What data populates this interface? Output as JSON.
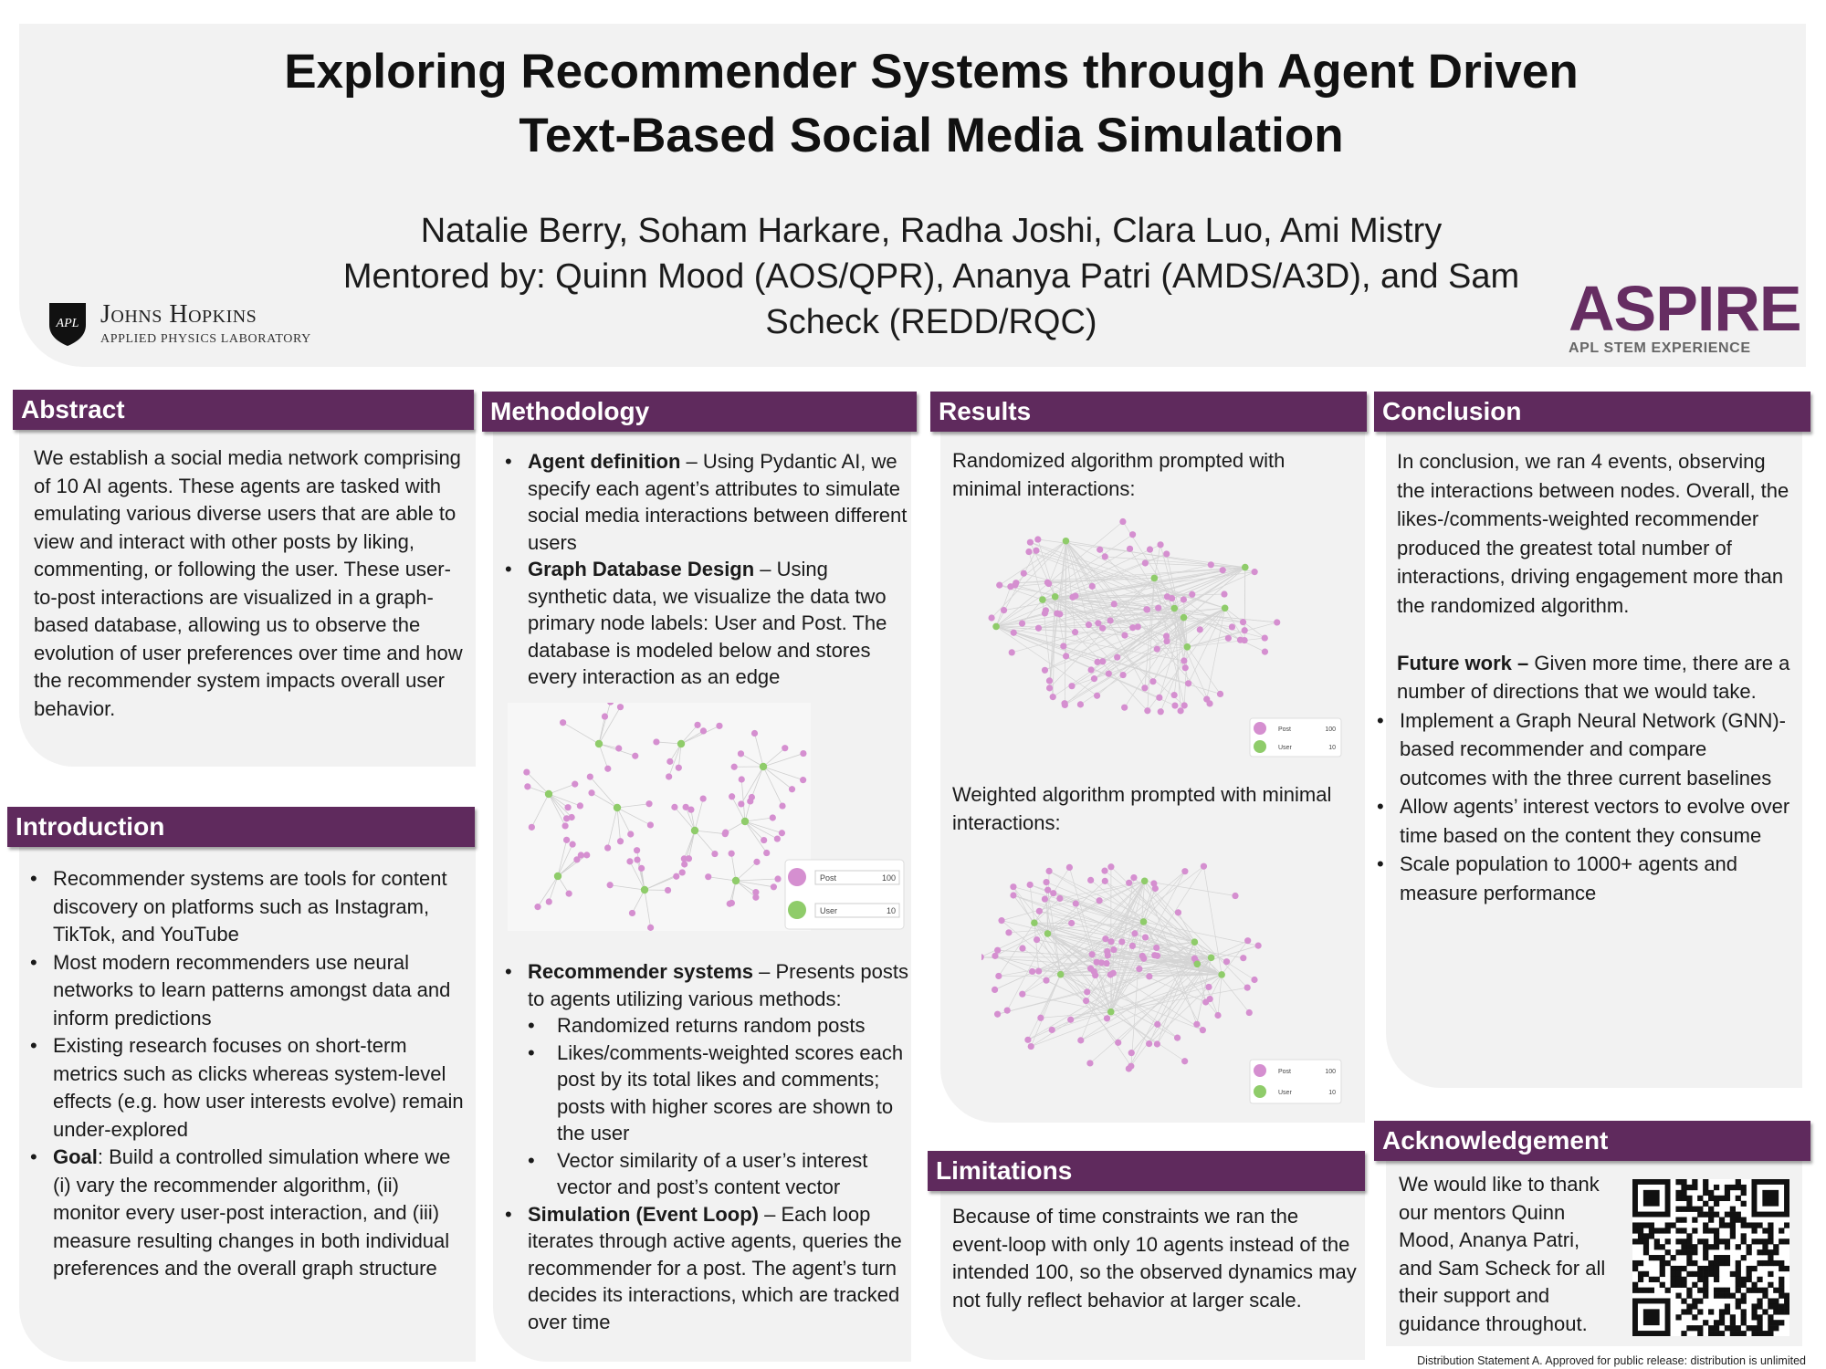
{
  "title": {
    "line1": "Exploring Recommender Systems through Agent Driven",
    "line2": "Text-Based Social Media Simulation"
  },
  "authors": {
    "line1": "Natalie Berry, Soham Harkare, Radha Joshi, Clara Luo, Ami Mistry",
    "line2": "Mentored by: Quinn Mood (AOS/QPR), Ananya Patri (AMDS/A3D), and Sam",
    "line3": "Scheck (REDD/RQC)"
  },
  "logos": {
    "apl_shield_text": "APL",
    "apl_name": "Johns Hopkins",
    "apl_sub": "APPLIED PHYSICS LABORATORY",
    "aspire_word": "ASPIRE",
    "aspire_sub": "APL STEM EXPERIENCE"
  },
  "colors": {
    "section_header": "#5f2a5d",
    "panel_bg": "#f2f2f2",
    "post_node": "#d58fd0",
    "user_node": "#8fcc6a",
    "aspire": "#662d62"
  },
  "abstract": {
    "heading": "Abstract",
    "text": "We establish a social media network comprising of 10 AI agents. These agents are tasked with emulating various diverse users that are able to view and interact with other posts by liking, commenting, or following the user. These user-to-post interactions are visualized in a graph-based database, allowing us to observe the evolution of user preferences over time and how the recommender system impacts overall user behavior."
  },
  "introduction": {
    "heading": "Introduction",
    "bullets": [
      {
        "bold": "",
        "text": "Recommender systems are tools for content discovery on platforms such as Instagram, TikTok, and YouTube"
      },
      {
        "bold": "",
        "text": "Most modern recommenders use neural networks to learn patterns amongst data and inform predictions"
      },
      {
        "bold": "",
        "text": "Existing research focuses on short-term metrics such as clicks whereas system-level effects (e.g. how user interests evolve) remain under-explored"
      },
      {
        "bold": "Goal",
        "text": ": Build a controlled simulation where we (i) vary the recommender algorithm, (ii) monitor every user-post interaction, and (iii) measure resulting changes in both individual preferences and the overall graph structure"
      }
    ]
  },
  "methodology": {
    "heading": "Methodology",
    "bullets_top": [
      {
        "bold": "Agent definition",
        "text": " – Using Pydantic AI, we specify each agent’s attributes to simulate social media interactions between different users"
      },
      {
        "bold": "Graph Database Design",
        "text": " – Using synthetic data, we visualize the data two primary node labels: User and Post. The database is modeled below and stores every interaction as an edge"
      }
    ],
    "recommender": {
      "bold": "Recommender systems",
      "text": " – Presents posts to agents utilizing various methods:"
    },
    "sub_bullets": [
      "Randomized returns random posts",
      "Likes/comments-weighted scores each post by its total likes and comments; posts with higher scores are shown to the user",
      "Vector similarity of a user’s interest vector and post’s content vector"
    ],
    "simulation": {
      "bold": "Simulation (Event Loop)",
      "text": " – Each loop iterates through active agents, queries the recommender for a post. The agent’s turn decides its interactions, which are tracked over time"
    },
    "graph_legend": [
      {
        "label": "Post",
        "count": "100"
      },
      {
        "label": "User",
        "count": "10"
      }
    ]
  },
  "results": {
    "heading": "Results",
    "caption1": "Randomized algorithm prompted with minimal interactions:",
    "caption2": "Weighted algorithm prompted with minimal interactions:",
    "graph_legend": [
      {
        "label": "Post",
        "count": "100"
      },
      {
        "label": "User",
        "count": "10"
      }
    ]
  },
  "limitations": {
    "heading": "Limitations",
    "text": "Because of time constraints we ran the event-loop with only 10 agents instead of the intended 100, so the observed dynamics may not fully reflect behavior at larger scale."
  },
  "conclusion": {
    "heading": "Conclusion",
    "text": "In conclusion, we ran 4 events, observing the interactions between nodes. Overall, the likes-/comments-weighted recommender produced the greatest total number of interactions, driving engagement more than the randomized algorithm.",
    "future_bold": "Future work –",
    "future_text": " Given more time, there are a number of directions that we would take.",
    "bullets": [
      "Implement a Graph Neural Network (GNN)-based recommender and compare outcomes with the three current baselines",
      "Allow agents’ interest vectors to evolve over time based on the content they consume",
      "Scale population to 1000+ agents and measure performance"
    ]
  },
  "acknowledgement": {
    "heading": "Acknowledgement",
    "text": "We would like to thank our mentors Quinn Mood, Ananya Patri, and Sam Scheck for all their support and guidance throughout."
  },
  "footer": "Distribution Statement A. Approved for public release: distribution is unlimited"
}
